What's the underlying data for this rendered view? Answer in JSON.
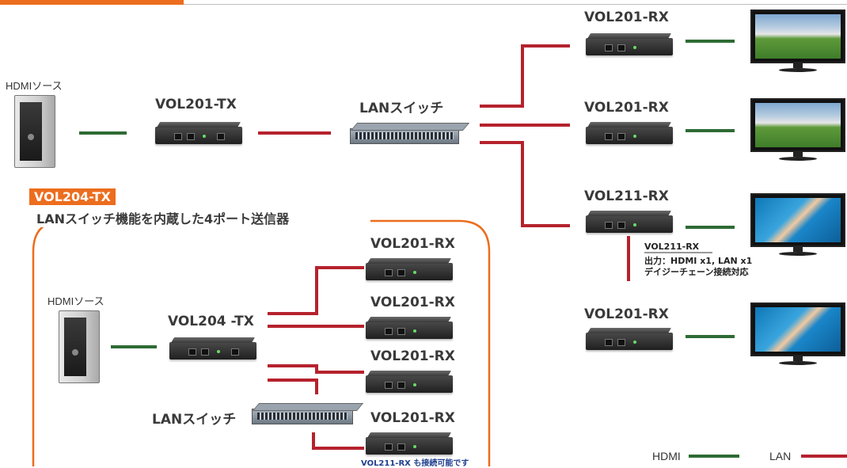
{
  "hdmi_source_label": "HDMIソース",
  "tx_label": "VOL201-TX",
  "lan_switch_label": "LANスイッチ",
  "rx_right": [
    "VOL201-RX",
    "VOL201-RX",
    "VOL211-RX",
    "VOL201-RX"
  ],
  "vol211_note": {
    "title": "VOL211-RX",
    "line1": "出力：HDMI x1, LAN x1",
    "line2": "デイジーチェーン接続対応"
  },
  "vol204_box": {
    "tag": "VOL204-TX",
    "title": "LANスイッチ機能を内蔵した4ポート送信器",
    "hdmi_source_label": "HDMIソース",
    "tx_label": "VOL204 -TX",
    "lan_switch_label": "LANスイッチ",
    "rx_labels": [
      "VOL201-RX",
      "VOL201-RX",
      "VOL201-RX",
      "VOL201-RX"
    ],
    "footnote": "VOL211-RX も接続可能です"
  },
  "legend": {
    "hdmi": "HDMI",
    "lan": "LAN"
  },
  "colors": {
    "hdmi": "#2e6b34",
    "lan": "#b5222d",
    "accent": "#ec6d1e"
  }
}
